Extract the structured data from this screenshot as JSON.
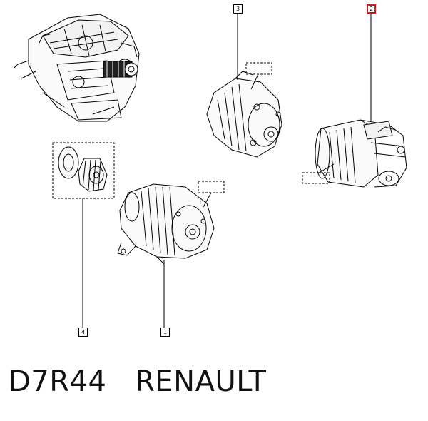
{
  "caption": "D7R44   RENAULT",
  "callouts": [
    "1",
    "2",
    "3",
    "4"
  ],
  "colors": {
    "line": "#000000",
    "highlight": "#d0191f",
    "background": "#ffffff"
  }
}
